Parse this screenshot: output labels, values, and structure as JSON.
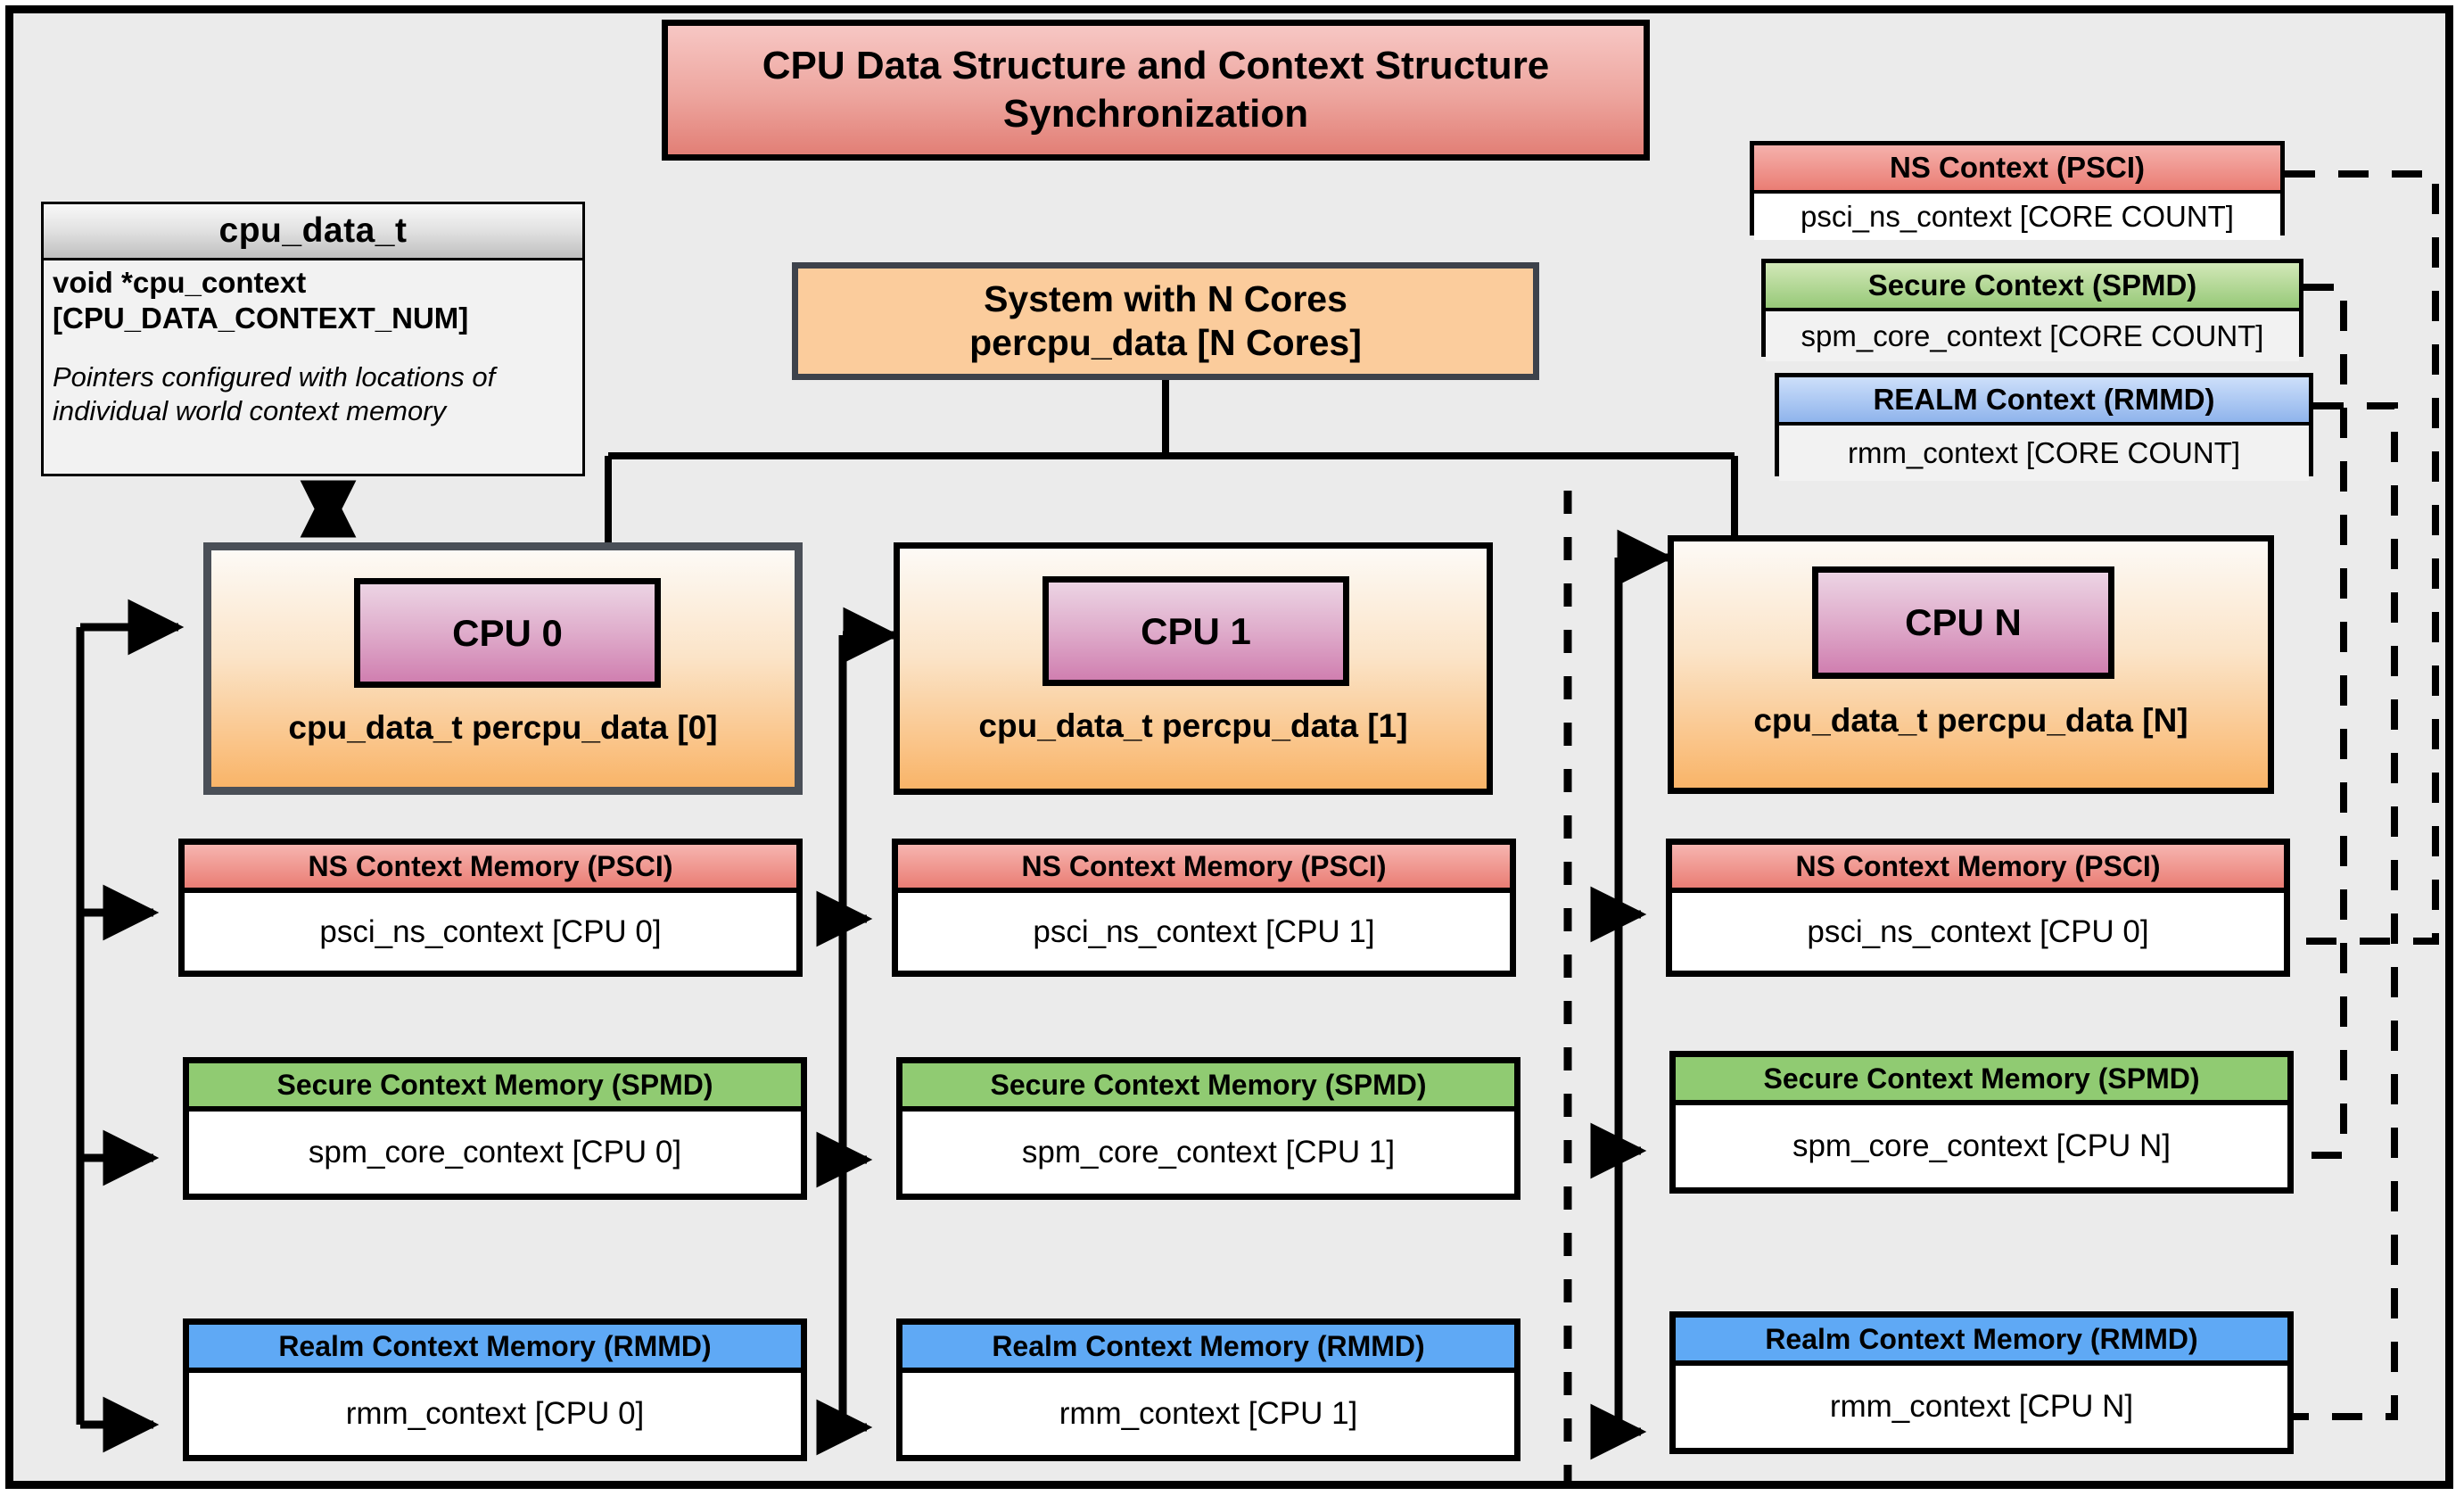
{
  "title": "CPU Data Structure and Context Structure Synchronization",
  "cpu_data_struct": {
    "name": "cpu_data_t",
    "field": "void  *cpu_context [CPU_DATA_CONTEXT_NUM]",
    "note": "Pointers configured with locations of individual world context memory"
  },
  "system": {
    "line1": "System with N Cores",
    "line2": "percpu_data [N Cores]"
  },
  "legend": [
    {
      "key": "ns",
      "header": "NS Context  (PSCI)",
      "value": "psci_ns_context [CORE COUNT]",
      "color": "#ea7d74"
    },
    {
      "key": "sec",
      "header": "Secure Context (SPMD)",
      "value": "spm_core_context [CORE COUNT]",
      "color": "#97c978"
    },
    {
      "key": "realm",
      "header": "REALM Context (RMMD)",
      "value": "rmm_context [CORE COUNT]",
      "color": "#8fb4ec"
    }
  ],
  "cpus": [
    {
      "chip": "CPU 0",
      "caption": "cpu_data_t percpu_data [0]",
      "memories": [
        {
          "key": "ns",
          "header": "NS Context Memory (PSCI)",
          "value": "psci_ns_context [CPU 0]",
          "color": "#ea7d74"
        },
        {
          "key": "sec",
          "header": "Secure Context Memory (SPMD)",
          "value": "spm_core_context [CPU 0]",
          "color": "#90cb72"
        },
        {
          "key": "realm",
          "header": "Realm Context Memory (RMMD)",
          "value": "rmm_context [CPU 0]",
          "color": "#5fa9f5"
        }
      ]
    },
    {
      "chip": "CPU 1",
      "caption": "cpu_data_t percpu_data [1]",
      "memories": [
        {
          "key": "ns",
          "header": "NS Context Memory (PSCI)",
          "value": "psci_ns_context [CPU 1]",
          "color": "#ea7d74"
        },
        {
          "key": "sec",
          "header": "Secure Context Memory (SPMD)",
          "value": "spm_core_context [CPU 1]",
          "color": "#90cb72"
        },
        {
          "key": "realm",
          "header": "Realm Context Memory (RMMD)",
          "value": "rmm_context [CPU 1]",
          "color": "#5fa9f5"
        }
      ]
    },
    {
      "chip": "CPU N",
      "caption": "cpu_data_t percpu_data [N]",
      "memories": [
        {
          "key": "ns",
          "header": "NS Context Memory (PSCI)",
          "value": "psci_ns_context [CPU 0]",
          "color": "#ea7d74"
        },
        {
          "key": "sec",
          "header": "Secure Context Memory (SPMD)",
          "value": "spm_core_context [CPU N]",
          "color": "#90cb72"
        },
        {
          "key": "realm",
          "header": "Realm Context Memory (RMMD)",
          "value": "rmm_context [CPU N]",
          "color": "#5fa9f5"
        }
      ]
    }
  ],
  "colors": {
    "panel_background": "#ebebeb",
    "frame_border": "#000000",
    "title_fill": "#e98f87",
    "system_fill": "#fbcc9c",
    "system_border": "#3d424b",
    "cpu_box_fill_top": "#fdfaf6",
    "cpu_box_fill_bottom": "#f9b468",
    "cpu_chip_fill": "#d07fb0",
    "ns_red": "#ea7d74",
    "secure_green": "#90cb72",
    "realm_blue": "#5fa9f5"
  }
}
